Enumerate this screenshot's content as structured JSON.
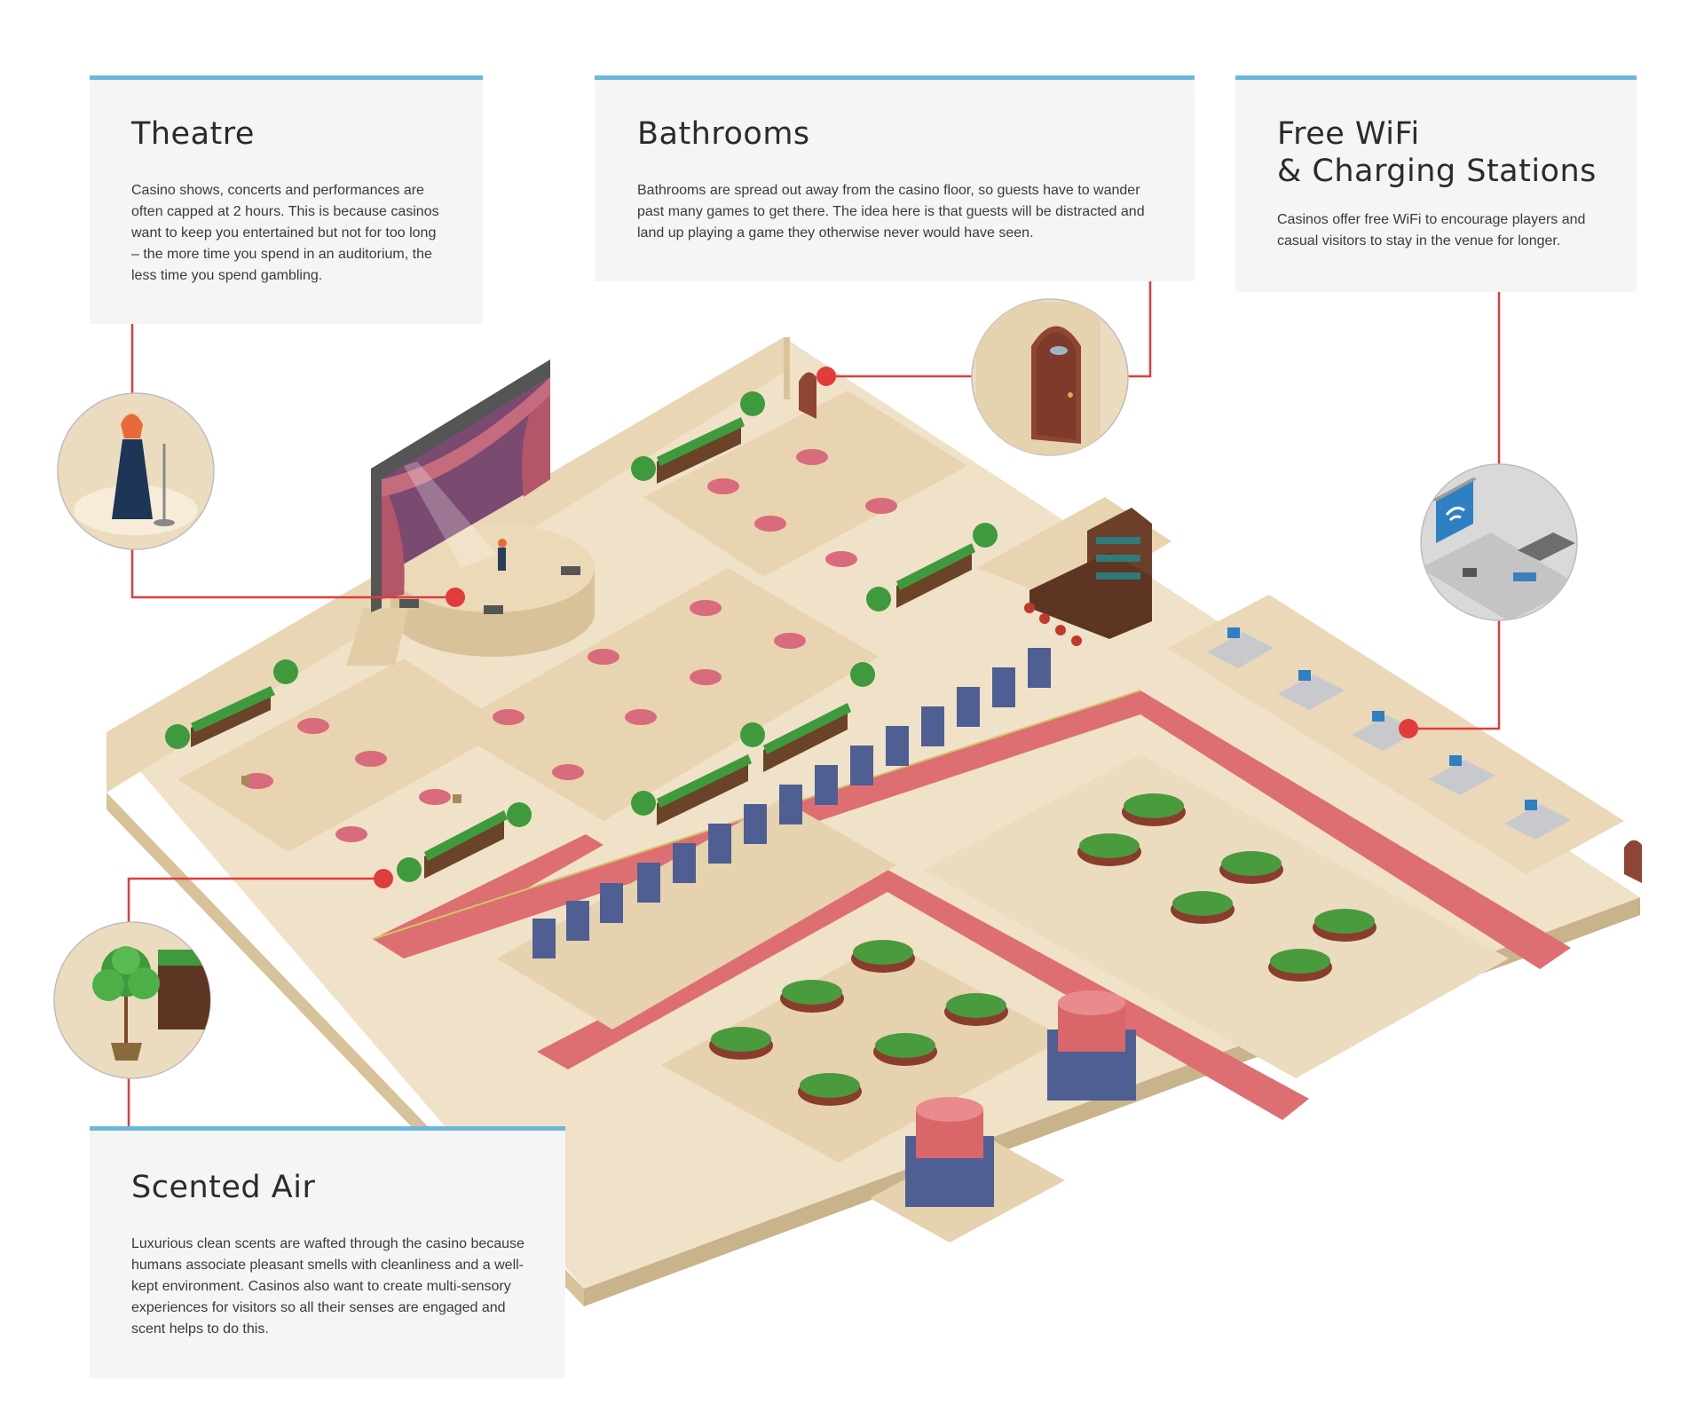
{
  "cards": {
    "theatre": {
      "title": "Theatre",
      "body": "Casino shows, concerts and performances are often capped at 2 hours. This is because casinos want to keep you entertained but not for too long – the more time you spend in an auditorium, the less time you spend gambling."
    },
    "bathrooms": {
      "title": "Bathrooms",
      "body": "Bathrooms are spread out away from the casino floor, so guests have to wander past many games to get there. The idea here is that guests will be distracted and land up playing a game they otherwise never would have seen."
    },
    "wifi": {
      "title_line1": "Free WiFi",
      "title_line2": "& Charging Stations",
      "body": "Casinos offer free WiFi to encourage players and casual visitors to stay in the venue for longer."
    },
    "scent": {
      "title": "Scented Air",
      "body": "Luxurious clean scents are wafted through the casino because humans associate pleasant smells with cleanliness and a well-kept environment. Casinos also want to create multi-sensory experiences for visitors so all their senses are engaged and scent helps to do this."
    }
  },
  "colors": {
    "accent_line": "#6cb7dc",
    "card_bg": "#f5f5f5",
    "connector": "#e03c3c",
    "floor": "#f0e0c4",
    "carpet": "#dd6f73",
    "felt": "#4a9a3e",
    "slot": "#4f5f93",
    "curtain": "#b3566a"
  },
  "icons": [
    "theatre-performer-icon",
    "door-icon",
    "computer-wifi-icon",
    "potted-tree-icon"
  ]
}
